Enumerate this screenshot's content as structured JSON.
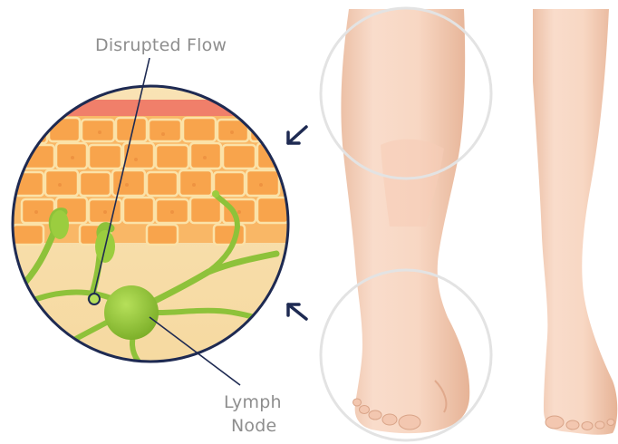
{
  "labels": {
    "disrupted_flow": "Disrupted Flow",
    "lymph_line1": "Lymph",
    "lymph_line2": "Node"
  },
  "colors": {
    "circle_border": "#1e2a52",
    "arrow": "#1e2a52",
    "label_text": "#8e8e8e",
    "skin": "#f6d2bd",
    "fat_cells": "#f8a44c",
    "tissue": "#f7dca6",
    "dermis_top": "#f07f6a",
    "lymph": "#8ec23a",
    "highlight_ring": "#e3e3e3"
  },
  "icons": [
    "arrow-pointer-icon"
  ]
}
